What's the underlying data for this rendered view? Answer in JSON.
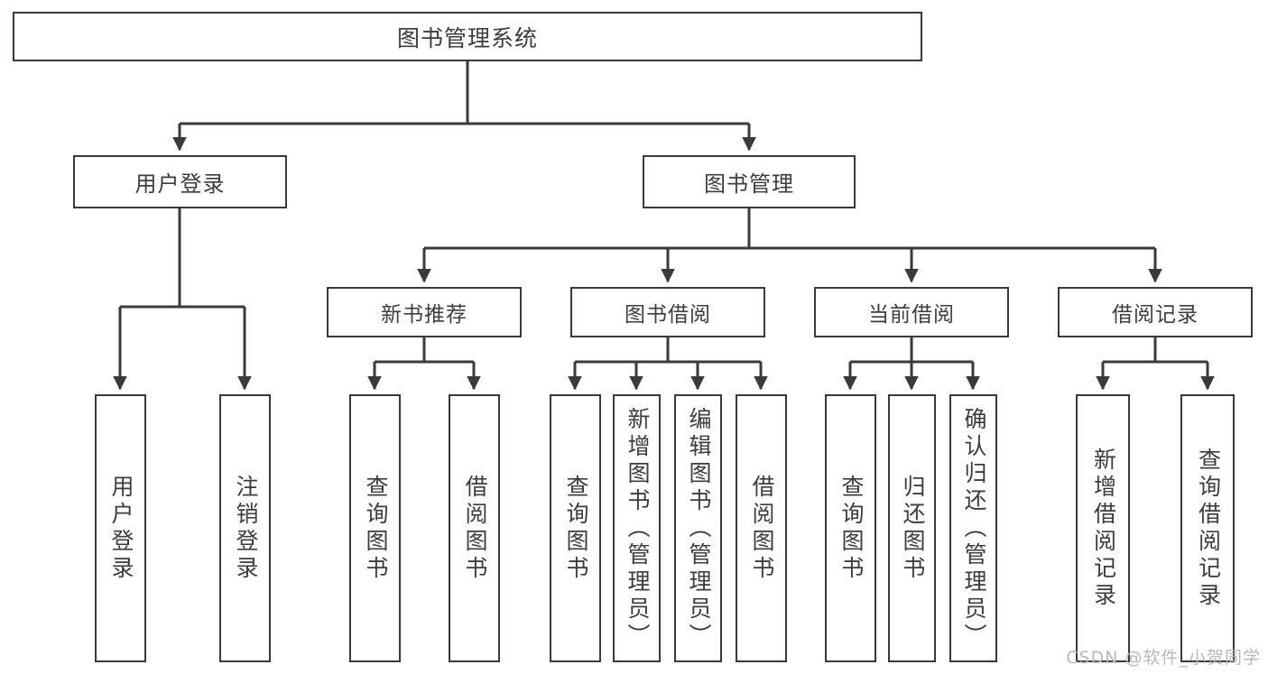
{
  "diagram": {
    "title": "图书管理系统",
    "type": "function-hierarchy-tree",
    "orientation": "top-down",
    "line_color": "#3a3a3a",
    "text_color": "#3d3d3d",
    "background": "#ffffff"
  },
  "root": {
    "label": "图书管理系统"
  },
  "level1": [
    {
      "label": "用户登录"
    },
    {
      "label": "图书管理"
    }
  ],
  "level2": [
    {
      "label": "新书推荐"
    },
    {
      "label": "图书借阅"
    },
    {
      "label": "当前借阅"
    },
    {
      "label": "借阅记录"
    }
  ],
  "leaves": {
    "user_login": [
      {
        "label": "用户登录"
      },
      {
        "label": "注销登录"
      }
    ],
    "new_book_recommend": [
      {
        "label": "查询图书"
      },
      {
        "label": "借阅图书"
      }
    ],
    "book_borrow": [
      {
        "label": "查询图书"
      },
      {
        "label": "新增图书（管理员）"
      },
      {
        "label": "编辑图书（管理员）"
      },
      {
        "label": "借阅图书"
      }
    ],
    "current_borrow": [
      {
        "label": "查询图书"
      },
      {
        "label": "归还图书"
      },
      {
        "label": "确认归还（管理员）"
      }
    ],
    "borrow_record": [
      {
        "label": "新增借阅记录"
      },
      {
        "label": "查询借阅记录"
      }
    ]
  },
  "watermark": {
    "text": "CSDN @软件_小贺同学"
  }
}
